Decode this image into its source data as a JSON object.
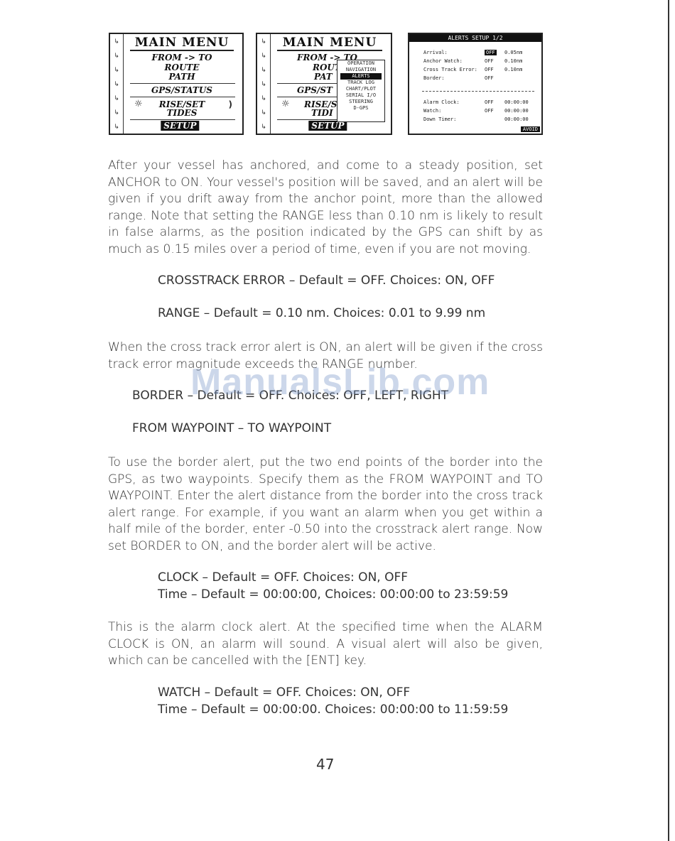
{
  "main_menu": {
    "title": "MAIN MENU",
    "items": [
      "FROM -> TO",
      "ROUTE",
      "PATH",
      "GPS/STATUS",
      "RISE/SET",
      "TIDES"
    ],
    "setup": "SETUP",
    "rise_suffix": ")"
  },
  "main_menu2": {
    "title": "MAIN MENU",
    "items": [
      "FROM -> TO",
      "ROUT",
      "PAT",
      "GPS/ST",
      "RISE/S",
      "TIDI"
    ],
    "setup": "SETUP",
    "popup": [
      "OPERATION",
      "NAVIGATION",
      "ALERTS",
      "TRACK LOG",
      "CHART/PLOT",
      "SERIAL I/O",
      "STEERING",
      "D-GPS"
    ]
  },
  "alerts_screen": {
    "title": "ALERTS SETUP 1/2",
    "rows": [
      {
        "label": "Arrival:",
        "state": "OFF",
        "value": "0.05nm"
      },
      {
        "label": "Anchor Watch:",
        "state": "OFF",
        "value": "0.10nm"
      },
      {
        "label": "Cross Track Error:",
        "state": "OFF",
        "value": "0.10nm"
      },
      {
        "label": "Border:",
        "state": "OFF",
        "value": ""
      },
      {
        "label": "Alarm Clock:",
        "state": "OFF",
        "value": "00:00:00"
      },
      {
        "label": "Watch:",
        "state": "OFF",
        "value": "00:00:00"
      },
      {
        "label": "Down Timer:",
        "state": "",
        "value": "00:00:00"
      }
    ],
    "footer": "AVOID"
  },
  "text": {
    "p1": "After your vessel has anchored, and come to a steady position, set ANCHOR to ON. Your vessel's position will be saved, and an alert will be given if you drift away from the anchor point, more than the allowed range. Note that setting the RANGE less than 0.10 nm is likely to result in false alarms, as the position indicated by the GPS can shift by as much as 0.15 miles over a period of time, even if you are not moving.",
    "opt_crosstrack": "CROSSTRACK ERROR  –  Default = OFF. Choices: ON, OFF",
    "opt_range": "RANGE  –  Default = 0.10 nm. Choices: 0.01 to  9.99 nm",
    "p2": "When the cross track error alert is ON, an alert will be given if the cross track error magnitude exceeds the RANGE number.",
    "opt_border": "BORDER  –  Default = OFF. Choices: OFF, LEFT, RIGHT",
    "opt_from_to": "FROM WAYPOINT  –  TO WAYPOINT",
    "p3": "To use the border alert, put the two end points of the border into the GPS, as two waypoints. Specify them as the FROM WAYPOINT and TO WAYPOINT. Enter the alert distance from the border into the cross track alert range. For example, if you want an alarm when you get within a half mile of the border, enter -0.50 into the crosstrack alert range. Now set BORDER to ON, and the border alert will be active.",
    "opt_clock": "CLOCK  –  Default = OFF. Choices: ON, OFF",
    "opt_clock_time": "Time  –  Default = 00:00:00, Choices: 00:00:00 to 23:59:59",
    "p4": "This is the alarm clock alert. At the specified time when the ALARM CLOCK is ON, an alarm will sound. A visual alert will also be given, which can be cancelled with the [ENT] key.",
    "opt_watch": "WATCH  –  Default = OFF. Choices: ON, OFF",
    "opt_watch_time": "Time  –  Default = 00:00:00. Choices: 00:00:00 to 11:59:59"
  },
  "page_number": "47",
  "watermark": "ManualsLib.com"
}
